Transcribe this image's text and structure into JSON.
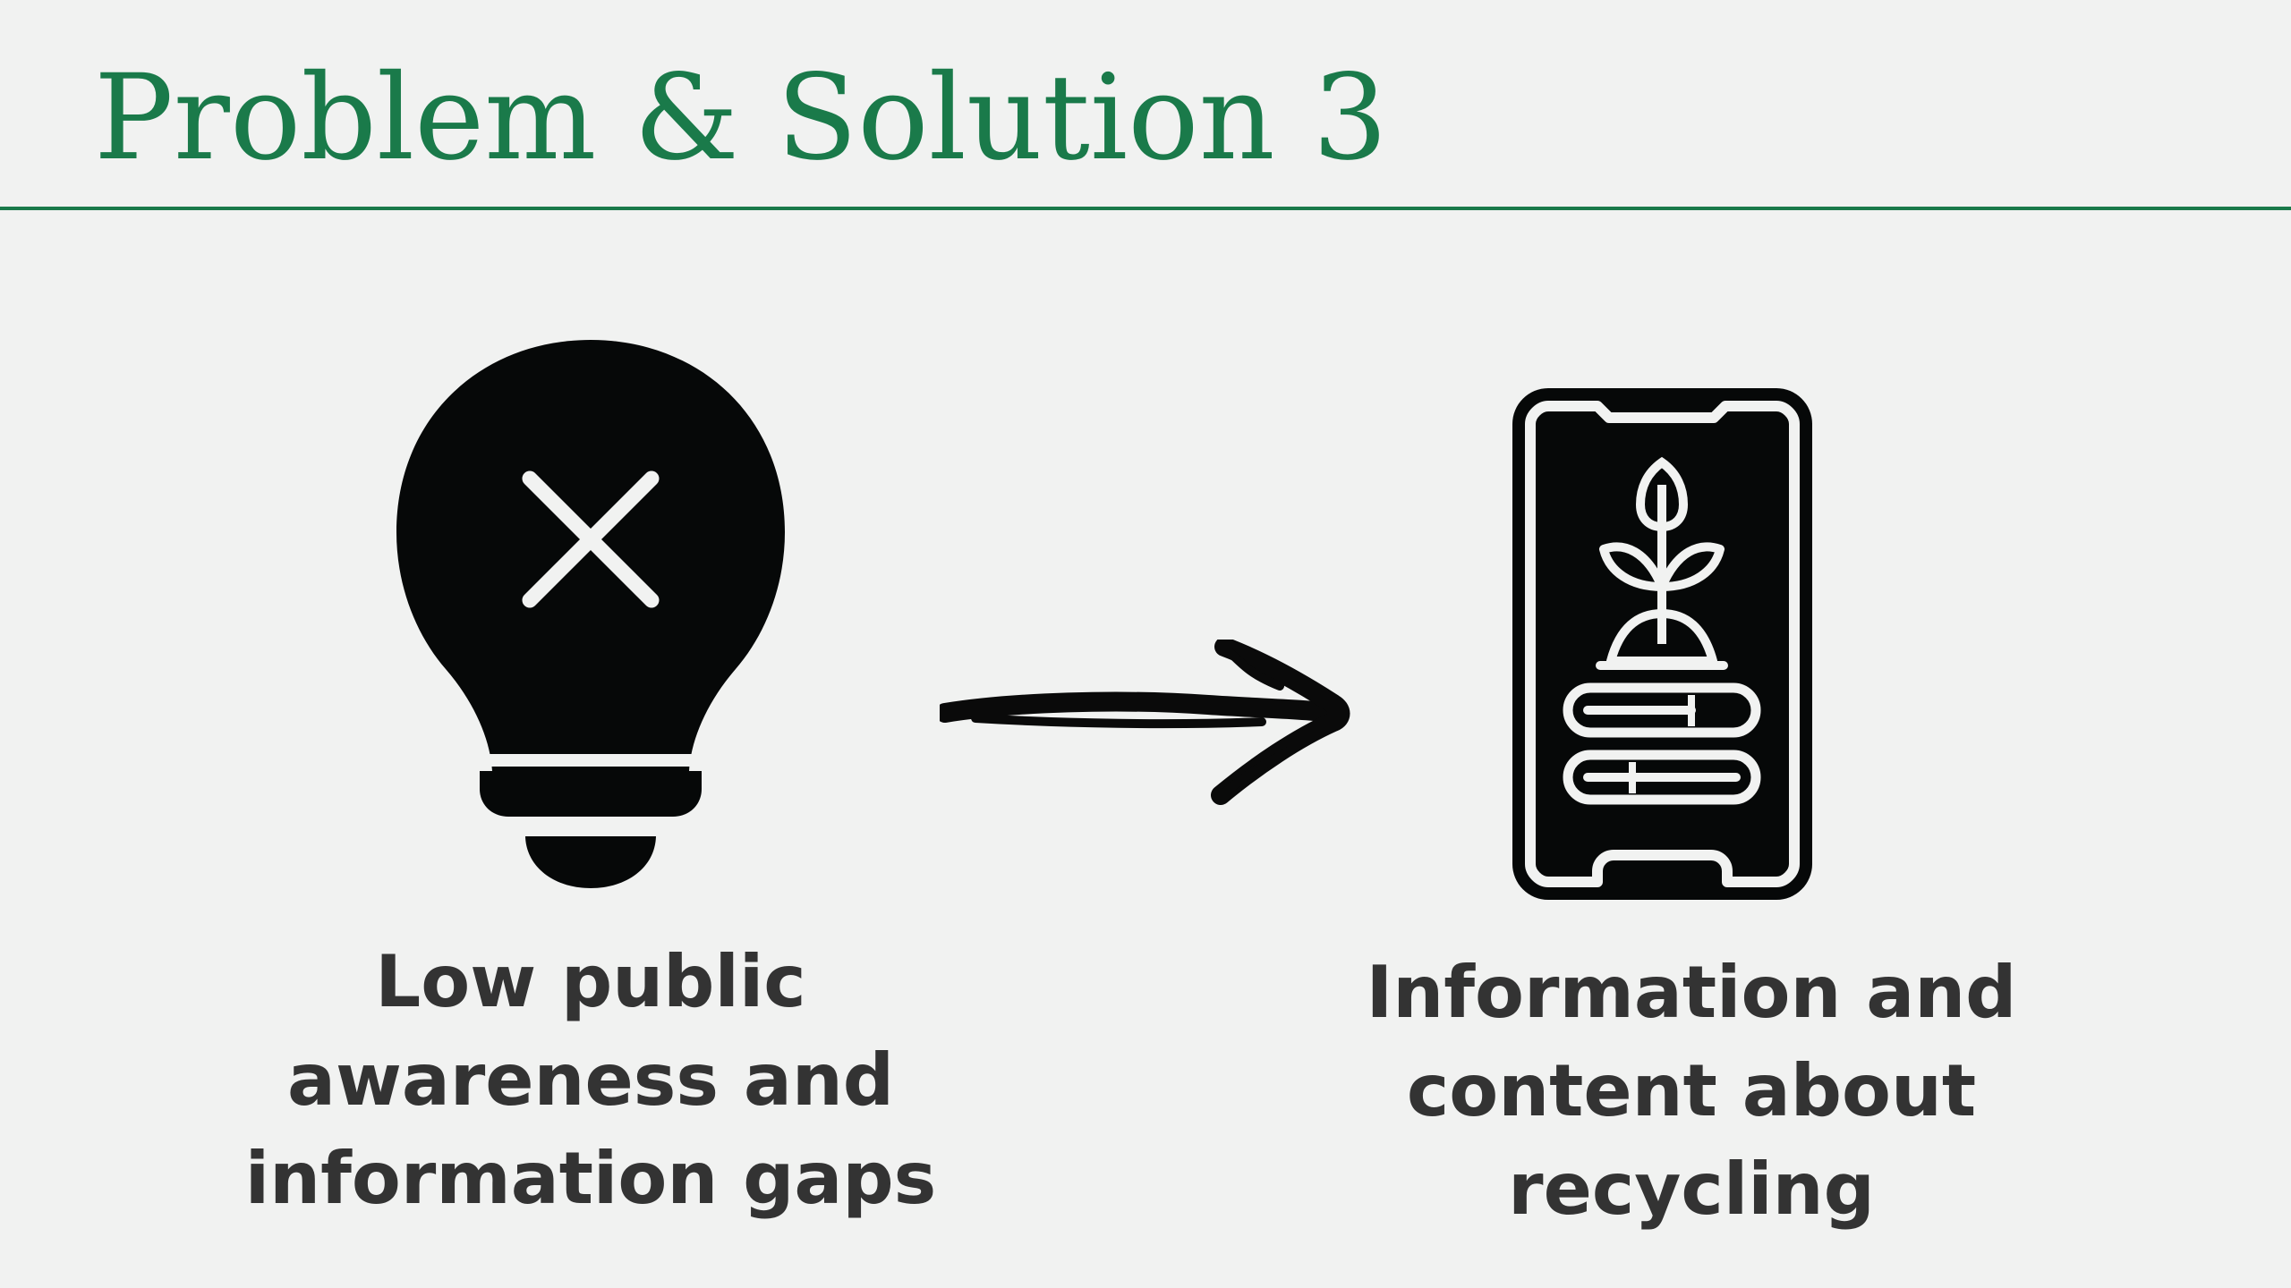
{
  "slide": {
    "title": "Problem & Solution 3",
    "accent_color": "#1a7a4a",
    "background_color": "#f1f2f1",
    "text_color": "#333333"
  },
  "problem": {
    "icon": "lightbulb-x-icon",
    "caption_lines": [
      "Low public",
      "awareness and",
      "information gaps"
    ]
  },
  "connector": {
    "icon": "hand-drawn-arrow-right-icon"
  },
  "solution": {
    "icon": "smartphone-plant-icon",
    "caption_lines": [
      "Information and",
      "content about",
      "recycling"
    ]
  }
}
